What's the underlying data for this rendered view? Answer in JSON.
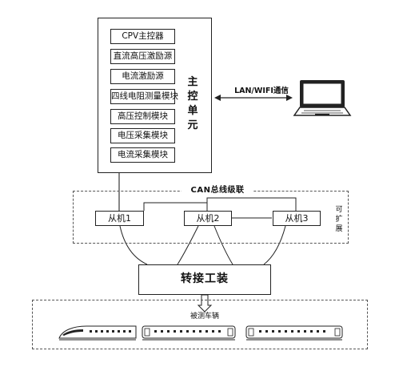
{
  "main_unit": {
    "label_chars": [
      "主",
      "控",
      "单",
      "元"
    ],
    "modules": [
      "CPV主控器",
      "直流高压激励源",
      "电流激励源",
      "四线电阻测量模块",
      "高压控制模块",
      "电压采集模块",
      "电流采集模块"
    ]
  },
  "communication": {
    "label": "LAN/WIFI通信"
  },
  "can_bus": {
    "label": "CAN总线级联",
    "slaves": [
      "从机1",
      "从机2",
      "从机3"
    ],
    "expand_chars": [
      "可",
      "扩",
      "展"
    ]
  },
  "adapter": {
    "label": "转接工装"
  },
  "vehicle": {
    "label": "被测车辆"
  }
}
